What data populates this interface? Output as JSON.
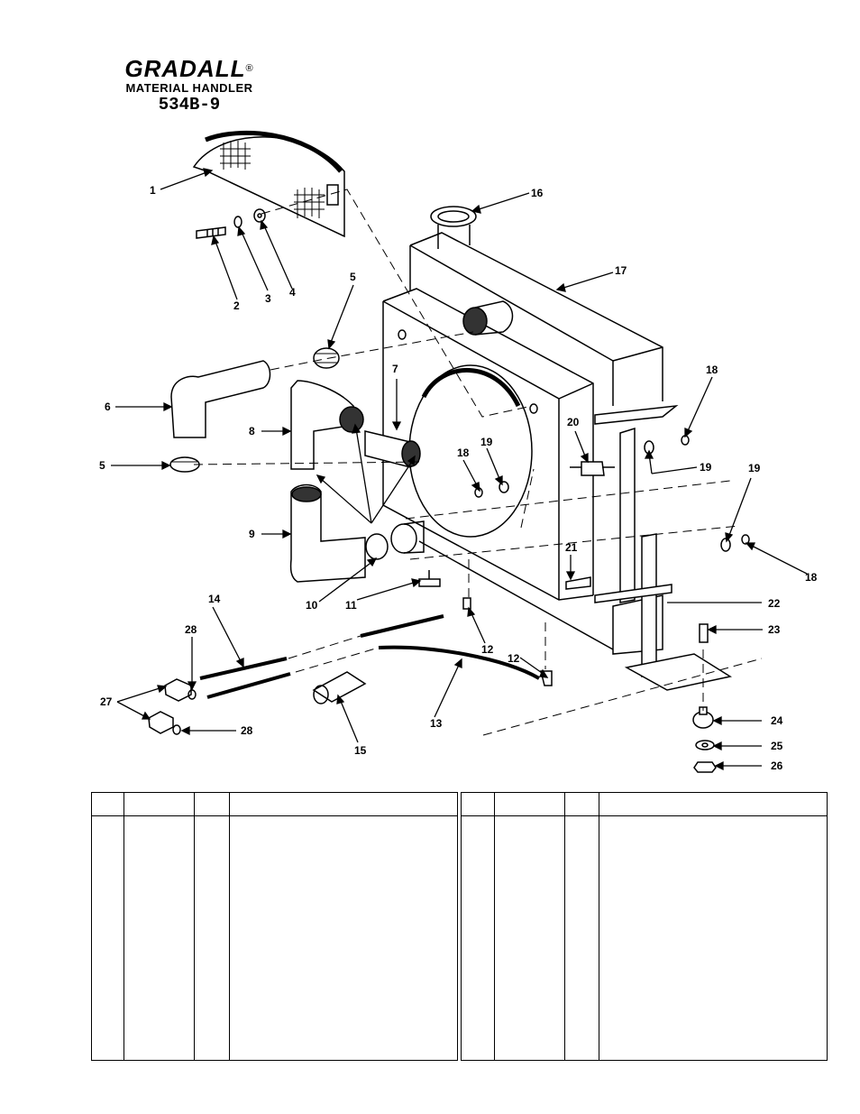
{
  "header": {
    "brand": "GRADALL",
    "registered_mark": "®",
    "subtitle": "MATERIAL HANDLER",
    "model": "534B-9"
  },
  "callouts": [
    "1",
    "2",
    "3",
    "4",
    "5",
    "5",
    "6",
    "7",
    "8",
    "9",
    "10",
    "11",
    "12",
    "12",
    "13",
    "14",
    "15",
    "16",
    "17",
    "18",
    "18",
    "18",
    "19",
    "19",
    "19",
    "20",
    "21",
    "22",
    "23",
    "24",
    "25",
    "26",
    "27",
    "28",
    "28"
  ],
  "parts_table": {
    "tables": 2,
    "columns_per_table": 4,
    "rows": []
  }
}
